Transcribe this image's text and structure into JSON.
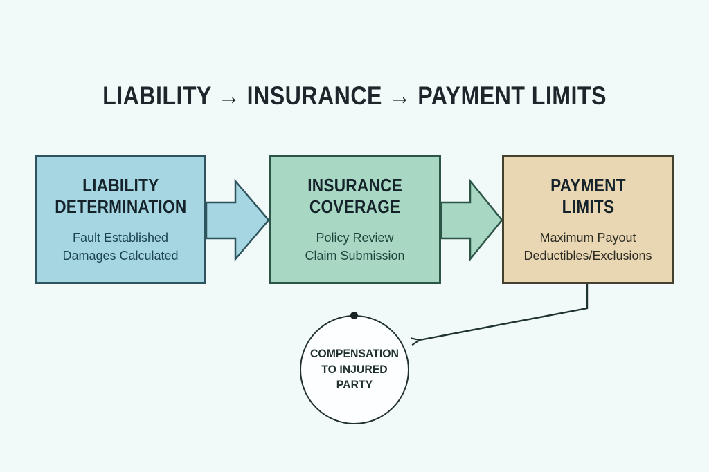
{
  "title": "LIABILITY → INSURANCE → PAYMENT LIMITS",
  "colors": {
    "background": "#f2f9f9",
    "title_text": "#1c262b",
    "heading_text": "#15222a",
    "connector": "#1f3333",
    "circle_fill": "#fdfeff",
    "circle_border": "#213030",
    "node_dot": "#1a2424"
  },
  "flow": {
    "boxes": [
      {
        "heading": "LIABILITY\nDETERMINATION",
        "details": "Fault Established\nDamages Calculated",
        "fill": "#a6d6e1",
        "border": "#2d545e",
        "details_color": "#1b4450"
      },
      {
        "heading": "INSURANCE\nCOVERAGE",
        "details": "Policy Review\nClaim Submission",
        "fill": "#a8d8c4",
        "border": "#2d5547",
        "details_color": "#1d453c"
      },
      {
        "heading": "PAYMENT\nLIMITS",
        "details": "Maximum Payout\nDeductibles/Exclusions",
        "fill": "#e9d6b2",
        "border": "#45412f",
        "details_color": "#2c2c24"
      }
    ]
  },
  "outcome": {
    "label": "COMPENSATION\nTO INJURED PARTY"
  }
}
